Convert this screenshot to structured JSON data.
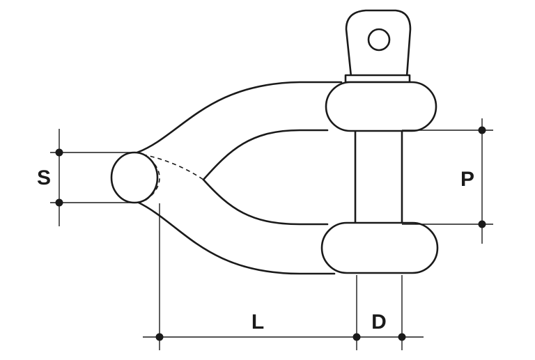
{
  "labels": {
    "s": "S",
    "p": "P",
    "l": "L",
    "d": "D"
  },
  "colors": {
    "ink": "#1a1a1a",
    "background": "#ffffff"
  }
}
